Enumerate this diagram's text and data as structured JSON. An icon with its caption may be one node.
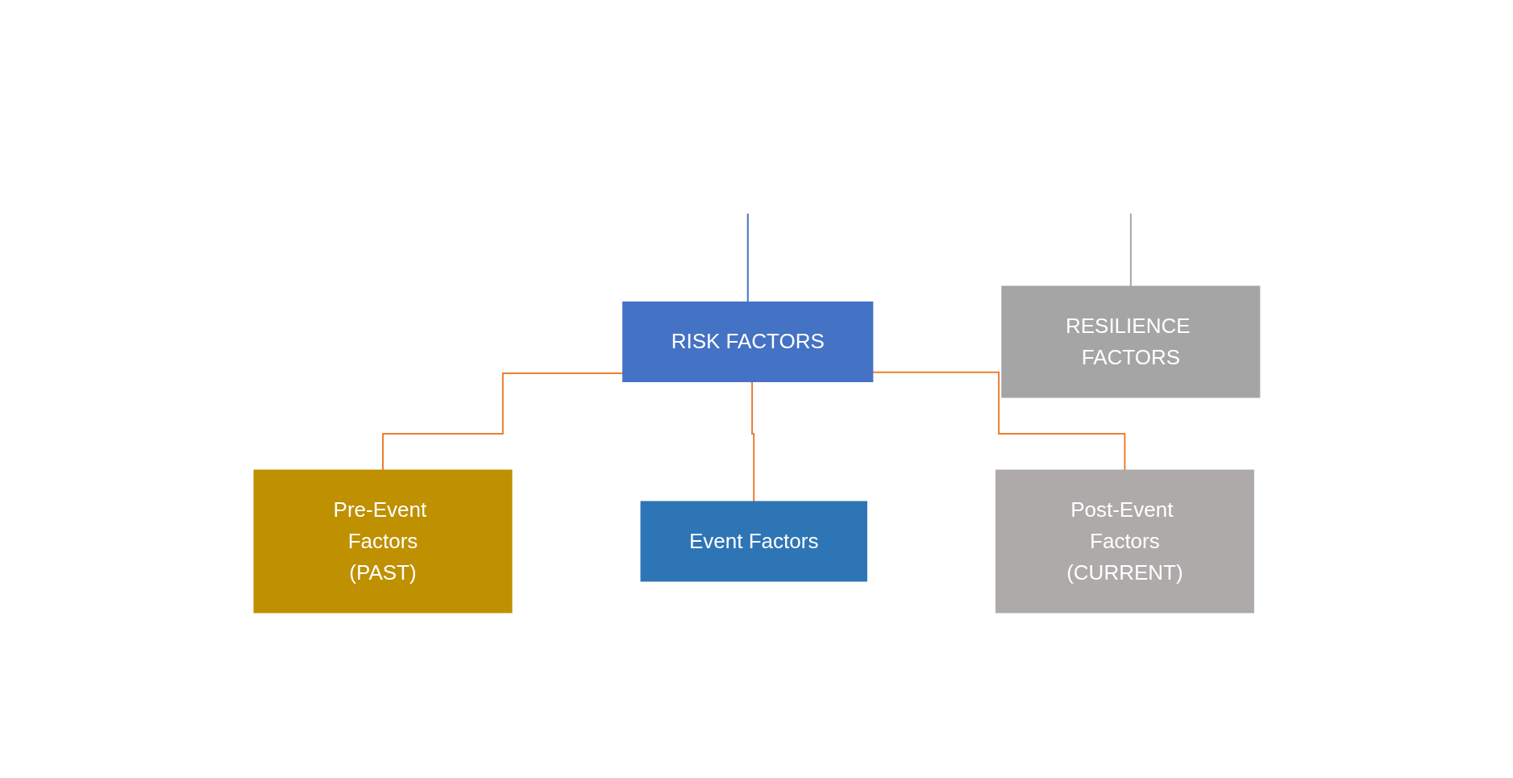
{
  "diagram": {
    "nodes": [
      {
        "text": [
          "RISK FACTORS"
        ]
      },
      {
        "text": [
          "RESILIENCE FACTORS"
        ]
      },
      {
        "text": [
          "Pre-Event Factors",
          "(PAST)"
        ]
      },
      {
        "text": [
          "Event Factors"
        ]
      },
      {
        "text": [
          "Post-Event Factors",
          "(CURRENT)"
        ]
      }
    ],
    "edges": [
      {
        "from": null,
        "to": 0,
        "arrow": "none",
        "color": "#4472c4"
      },
      {
        "from": null,
        "to": 1,
        "arrow": "none",
        "color": "#a5a5a5"
      },
      {
        "from": 0,
        "to": 2,
        "arrow": "none"
      },
      {
        "from": 0,
        "to": 3,
        "arrow": "none"
      },
      {
        "from": 0,
        "to": 4,
        "arrow": "none"
      }
    ]
  }
}
